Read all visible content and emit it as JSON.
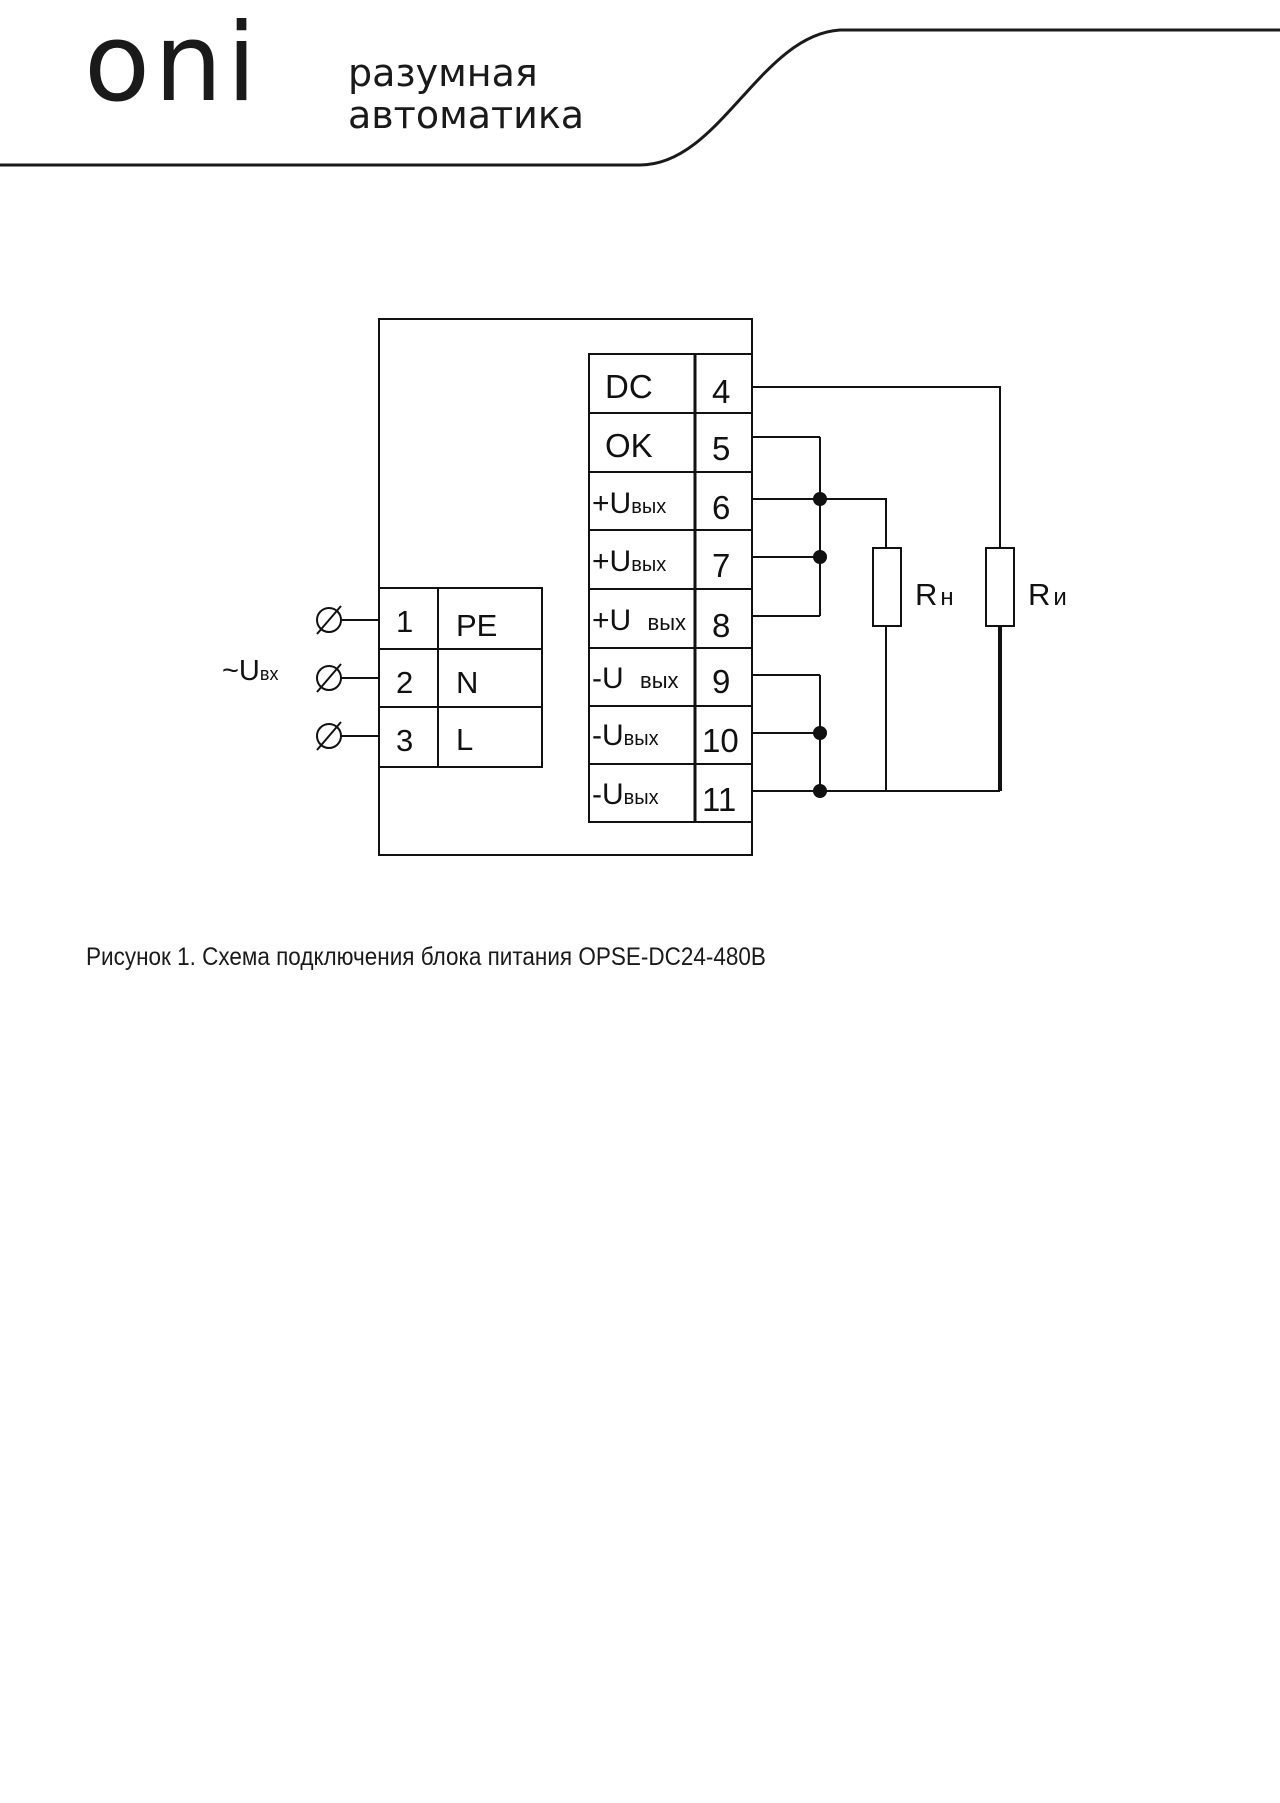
{
  "brand": {
    "logo": "oni",
    "tagline": [
      "разумная",
      "автоматика"
    ]
  },
  "diagram": {
    "input_label": {
      "main": "~U",
      "sub": "вх"
    },
    "input_terminals": [
      {
        "num": "1",
        "label": "PE"
      },
      {
        "num": "2",
        "label": "N"
      },
      {
        "num": "3",
        "label": "L"
      }
    ],
    "output_terminals": [
      {
        "num": "4",
        "main": "DC",
        "sub": ""
      },
      {
        "num": "5",
        "main": "OK",
        "sub": ""
      },
      {
        "num": "6",
        "main": "+U",
        "sub": "вых"
      },
      {
        "num": "7",
        "main": "+U",
        "sub": "вых"
      },
      {
        "num": "8",
        "main": "+U ",
        "sub": "вых"
      },
      {
        "num": "9",
        "main": "-U ",
        "sub": "вых"
      },
      {
        "num": "10",
        "main": "-U",
        "sub": "вых"
      },
      {
        "num": "11",
        "main": "-U",
        "sub": "вых"
      }
    ],
    "resistors": [
      {
        "main": "R",
        "sub": "н"
      },
      {
        "main": "R",
        "sub": "и"
      }
    ]
  },
  "caption": "Рисунок 1. Схема подключения блока питания OPSE-DC24-480B"
}
